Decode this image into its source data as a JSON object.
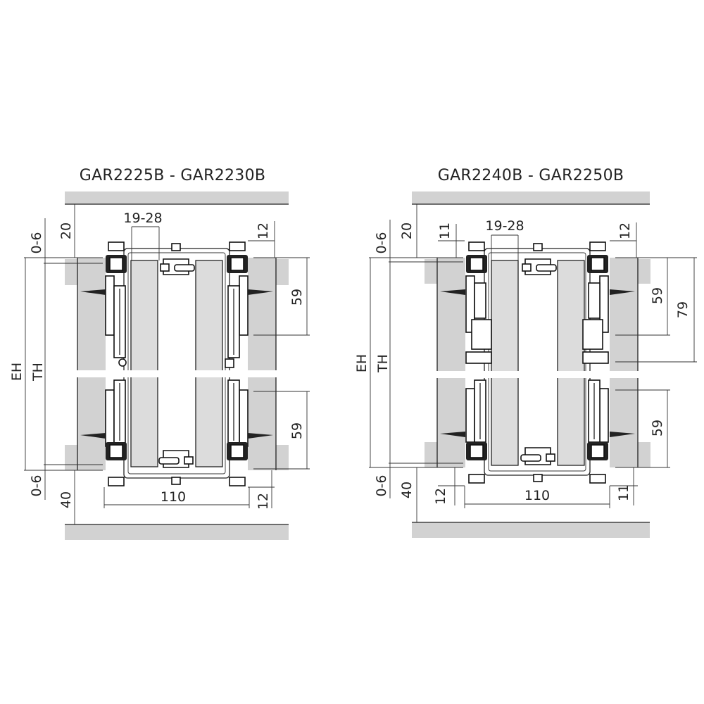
{
  "assemblies": [
    {
      "title": "GAR2225B - GAR2230B",
      "dims": {
        "top_gap": "20",
        "side_top": "0-6",
        "eh": "EH",
        "th": "TH",
        "range_top": "19-28",
        "right_top": "12",
        "upper_right": "59",
        "lower_right": "59",
        "side_bottom": "0-6",
        "bottom_gap": "40",
        "width": "110",
        "right_bottom": "12"
      }
    },
    {
      "title": "GAR2240B - GAR2250B",
      "dims": {
        "top_gap": "20",
        "side_top": "0-6",
        "eh": "EH",
        "th": "TH",
        "left_top": "11",
        "range_top": "19-28",
        "right_top": "12",
        "upper_right": "59",
        "upper_right_outer": "79",
        "lower_right": "59",
        "side_bottom": "0-6",
        "bottom_gap": "40",
        "left_bottom": "12",
        "width": "110",
        "right_bottom": "11"
      }
    }
  ]
}
